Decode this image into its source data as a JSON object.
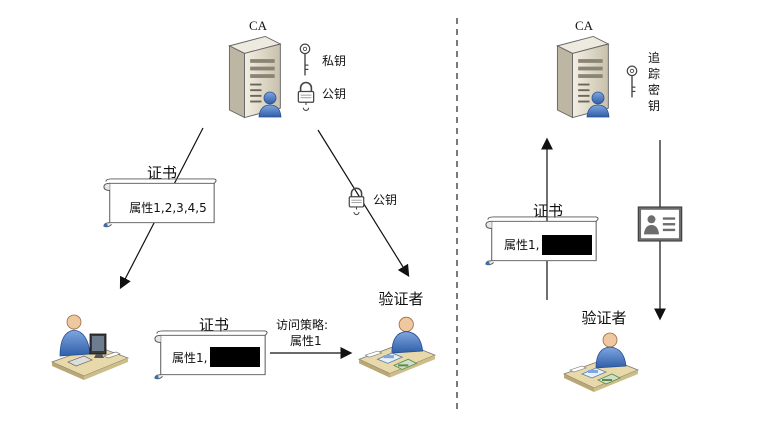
{
  "left": {
    "ca_label": "CA",
    "private_key_label": "私钥",
    "public_key_label": "公钥",
    "public_key_transfer_label": "公钥",
    "certificate_top": {
      "title": "证书",
      "content": "属性1,2,3,4,5"
    },
    "certificate_bottom": {
      "title": "证书",
      "content": "属性1,"
    },
    "access_policy": {
      "line1": "访问策略:",
      "line2": "属性1"
    },
    "verifier_label": "验证者"
  },
  "right": {
    "ca_label": "CA",
    "trace_key_label": [
      "追",
      "踪",
      "密",
      "钥"
    ],
    "certificate": {
      "title": "证书",
      "content": "属性1,"
    },
    "verifier_label": "验证者"
  },
  "colors": {
    "scroll_fill": "#ffffff",
    "scroll_stroke": "#555555",
    "server_body": "#d9d3c3",
    "person_blue": "#4a78b8",
    "redaction": "#000000",
    "divider": "#333333"
  }
}
